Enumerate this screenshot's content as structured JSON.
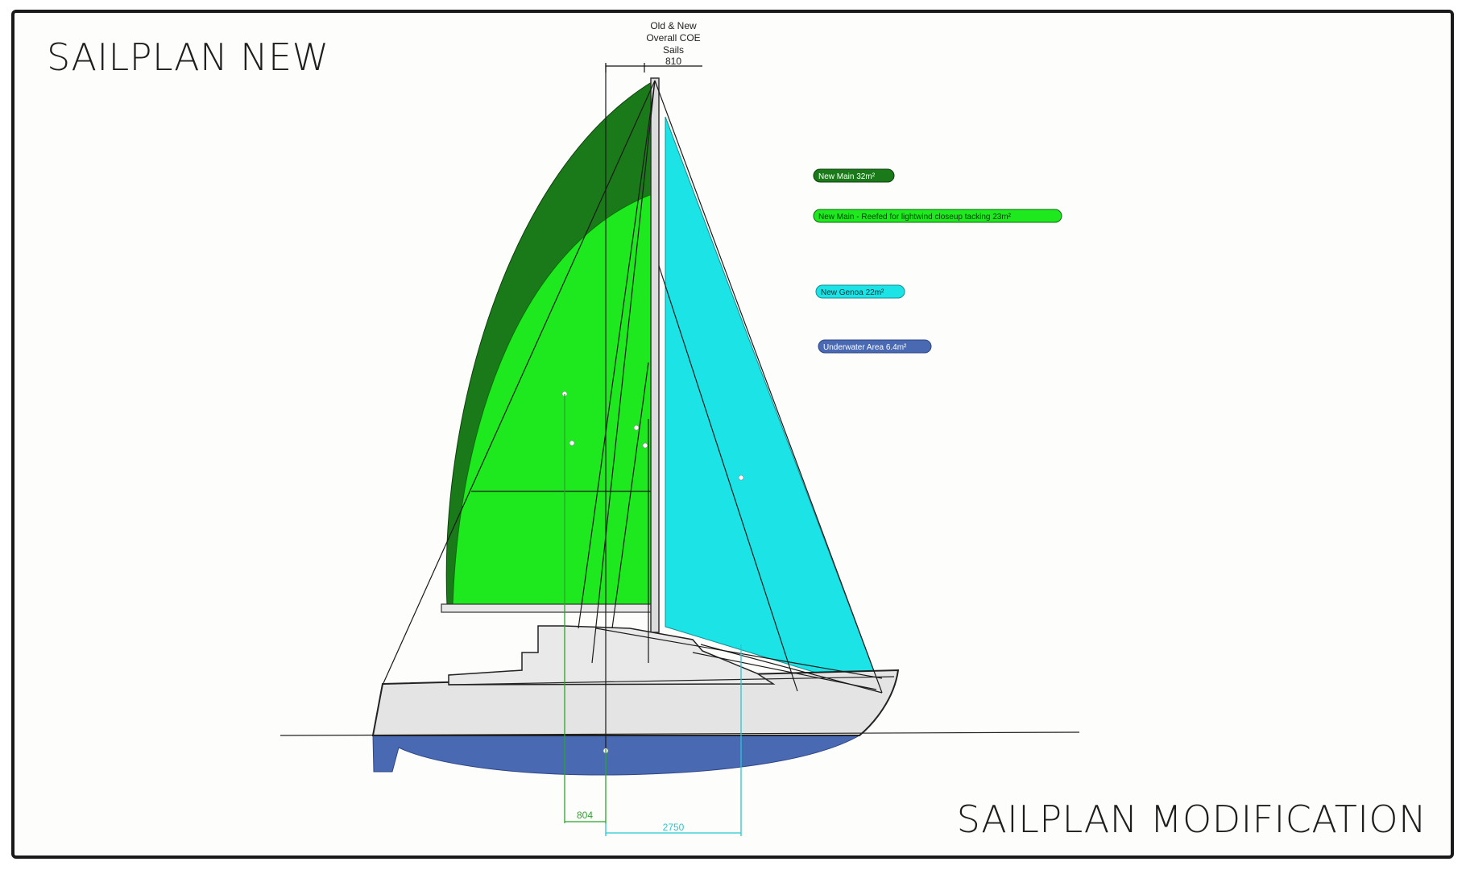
{
  "titles": {
    "top_left": "SAILPLAN NEW",
    "bottom_right": "SAILPLAN MODIFICATION"
  },
  "coe_note": {
    "line1": "Old & New",
    "line2": "Overall COE",
    "line3": "Sails",
    "value": "810"
  },
  "dimensions": {
    "short": "804",
    "long": "2750"
  },
  "legend": [
    {
      "label": "New Main 32m²",
      "color": "#1a7a1a",
      "text_color": "#ffffff"
    },
    {
      "label": "New Main - Reefed for lightwind closeup tacking 23m²",
      "color": "#1ee81e",
      "text_color": "#0a3a0a"
    },
    {
      "label": "New Genoa 22m²",
      "color": "#1be3e6",
      "text_color": "#0a3a40"
    },
    {
      "label": "Underwater Area 6.4m²",
      "color": "#4a69b3",
      "text_color": "#ffffff"
    }
  ],
  "colors": {
    "main_full": "#1a7a1a",
    "main_reefed": "#1ee81e",
    "genoa": "#1be3e6",
    "underwater": "#4a69b3",
    "hull": "#e4e4e4",
    "dimension_green": "#2aa52a",
    "dimension_cyan": "#27c8cf"
  }
}
